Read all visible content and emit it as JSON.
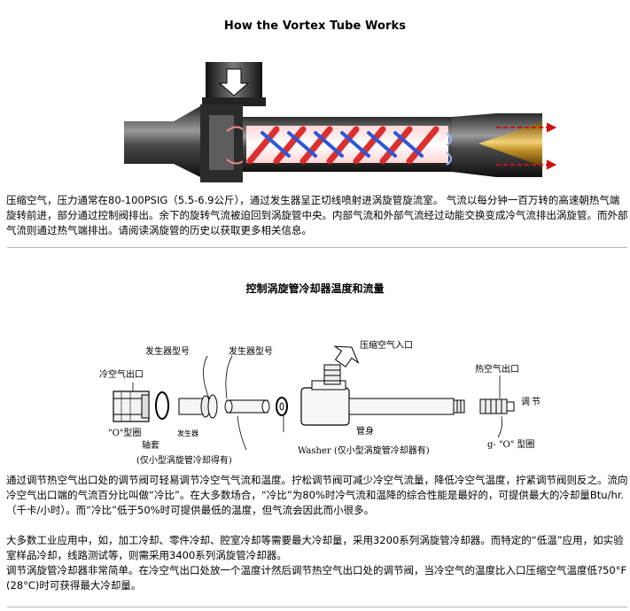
{
  "title": "How the Vortex Tube Works",
  "intro_text": "压缩空气，压力通常在80-100PSIG（5.5-6.9公斤），通过发生器呈正切线喷射进涡旋管旋流室。 气流以每分钟一百万转的高速朝热气端旋转前进，部分通过控制阀排出。余下的旋转气流被迫回到涡旋管中央。内部气流和外部气流经过动能交换变成冷气流排出涡旋管。而外部气流则通过热气端排出。请阅读涡旋管的历史以获取更多相关信息。",
  "section_title": "控制涡旋管冷却器温度和流量",
  "diagram_labels": {
    "generator_model_1": "发生器型号",
    "generator_model_2": "发生器型号",
    "compressed_air_inlet": "压缩空气入口",
    "cold_air_outlet": "冷空气出口",
    "hot_air_outlet": "热空气出口",
    "regulator_1": "调",
    "regulator_2": "节",
    "o_ring_left": "\"O\"型圈",
    "generator": "发生器",
    "bushing": "轴套",
    "bushing_note": "(仅小型涡旋管冷却得有)",
    "washer": "Washer (仅小型涡旋管冷却器有)",
    "tube_body": "管身",
    "o_ring_right": "g- \"O\" 型圈"
  },
  "control_text": [
    "通过调节热空气出口处的调节阀可轻易调节冷空气气流和温度。拧松调节阀可减少冷空气流量，降低冷空气温度，拧紧调节阀则反之。流向冷空气出口端的气流百分比叫做“冷比”。在大多数场合，“冷比”为80%时冷气流和温降的综合性能是最好的，可提供最大的冷却量Btu/hr.（千卡/小时）。而“冷比”低于50%时可提供最低的温度，但气流会因此而小很多。",
    "大多数工业应用中，如，加工冷却、零件冷却、腔室冷却等需要最大冷却量，采用3200系列涡旋管冷却器。而特定的“低温”应用，如实验室样品冷却，线路测试等，则需采用3400系列涡旋管冷却器。",
    "调节涡旋管冷却器非常简单。在冷空气出口处放一个温度计然后调节热空气出口处的调节阀，当冷空气的温度比入口压缩空气温度低?50°F (28°C)时可获得最大冷却量。"
  ]
}
